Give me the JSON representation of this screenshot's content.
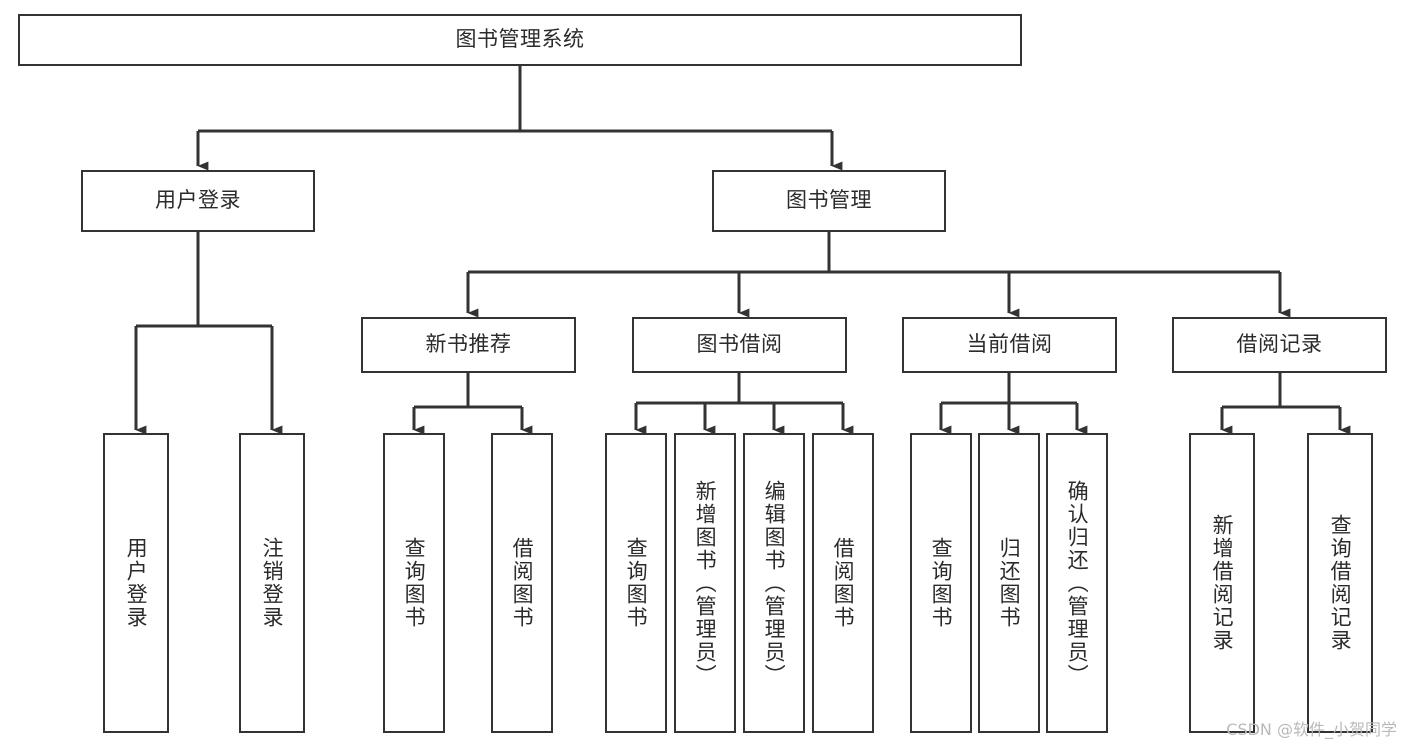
{
  "diagram": {
    "title": "图书管理系统",
    "type": "hierarchy-tree",
    "orientation": "top-down",
    "colors": {
      "box_border": "#333333",
      "box_fill": "#ffffff",
      "connector": "#333333",
      "text": "#2b2b2b",
      "watermark": "#b9b9b9",
      "background": "#ffffff"
    },
    "nodes": {
      "root": {
        "label": "图书管理系统",
        "level": 0,
        "text_direction": "horizontal"
      },
      "l1": [
        {
          "id": "user-login",
          "label": "用户登录",
          "level": 1,
          "text_direction": "horizontal"
        },
        {
          "id": "book-management",
          "label": "图书管理",
          "level": 1,
          "text_direction": "horizontal"
        }
      ],
      "l2": [
        {
          "id": "new-book-recommend",
          "label": "新书推荐",
          "level": 2,
          "parent": "book-management",
          "text_direction": "horizontal"
        },
        {
          "id": "book-borrow",
          "label": "图书借阅",
          "level": 2,
          "parent": "book-management",
          "text_direction": "horizontal"
        },
        {
          "id": "current-borrow",
          "label": "当前借阅",
          "level": 2,
          "parent": "book-management",
          "text_direction": "horizontal"
        },
        {
          "id": "borrow-record",
          "label": "借阅记录",
          "level": 2,
          "parent": "book-management",
          "text_direction": "horizontal"
        }
      ],
      "leaves": [
        {
          "id": "leaf-user-login",
          "label": "用户登录",
          "parent": "user-login",
          "text_direction": "vertical"
        },
        {
          "id": "leaf-logout",
          "label": "注销登录",
          "parent": "user-login",
          "text_direction": "vertical"
        },
        {
          "id": "leaf-query-book-1",
          "label": "查询图书",
          "parent": "new-book-recommend",
          "text_direction": "vertical"
        },
        {
          "id": "leaf-borrow-book-1",
          "label": "借阅图书",
          "parent": "new-book-recommend",
          "text_direction": "vertical"
        },
        {
          "id": "leaf-query-book-2",
          "label": "查询图书",
          "parent": "book-borrow",
          "text_direction": "vertical"
        },
        {
          "id": "leaf-add-book",
          "label": "新增图书（管理员）",
          "parent": "book-borrow",
          "text_direction": "vertical"
        },
        {
          "id": "leaf-edit-book",
          "label": "编辑图书（管理员）",
          "parent": "book-borrow",
          "text_direction": "vertical"
        },
        {
          "id": "leaf-borrow-book-2",
          "label": "借阅图书",
          "parent": "book-borrow",
          "text_direction": "vertical"
        },
        {
          "id": "leaf-query-book-3",
          "label": "查询图书",
          "parent": "current-borrow",
          "text_direction": "vertical"
        },
        {
          "id": "leaf-return-book",
          "label": "归还图书",
          "parent": "current-borrow",
          "text_direction": "vertical"
        },
        {
          "id": "leaf-confirm-return",
          "label": "确认归还（管理员）",
          "parent": "current-borrow",
          "text_direction": "vertical"
        },
        {
          "id": "leaf-add-record",
          "label": "新增借阅记录",
          "parent": "borrow-record",
          "text_direction": "vertical"
        },
        {
          "id": "leaf-query-record",
          "label": "查询借阅记录",
          "parent": "borrow-record",
          "text_direction": "vertical"
        }
      ]
    }
  },
  "watermark": {
    "text": "CSDN @软件_小贺同学"
  }
}
